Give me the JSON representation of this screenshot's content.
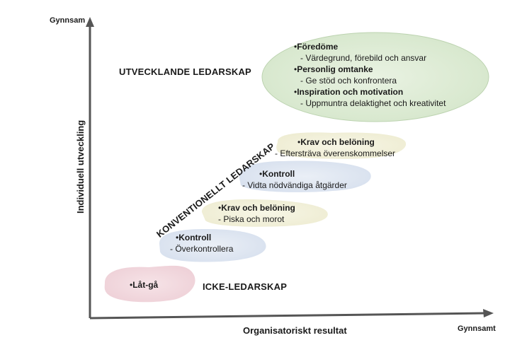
{
  "axes": {
    "y_top_label": "Gynnsam",
    "x_end_label": "Gynnsamt",
    "y_axis_title": "Individuell utveckling",
    "x_axis_title": "Organisatoriskt resultat"
  },
  "regions": {
    "utvecklande": "UTVECKLANDE LEDARSKAP",
    "konventionellt": "KONVENTIONELLT LEDARSKAP",
    "icke": "ICKE-LEDARSKAP"
  },
  "utvecklande_items": [
    {
      "title": "Föredöme",
      "desc": "- Värdegrund, förebild och ansvar"
    },
    {
      "title": "Personlig omtanke",
      "desc": "- Ge stöd och konfrontera"
    },
    {
      "title": "Inspiration och motivation",
      "desc": "- Uppmuntra delaktighet och kreativitet"
    }
  ],
  "steps": [
    {
      "title": "Krav och belöning",
      "desc": "- Eftersträva överenskommelser"
    },
    {
      "title": "Kontroll",
      "desc": "- Vidta nödvändiga åtgärder"
    },
    {
      "title": "Krav och belöning",
      "desc": "- Piska och morot"
    },
    {
      "title": "Kontroll",
      "desc": "- Överkontrollera"
    }
  ],
  "icke_items": [
    {
      "title": "Låt-gå"
    }
  ],
  "bullet": "•",
  "colors": {
    "ellipse_green": "#dcebd3",
    "step_yellow": "#f3f1d8",
    "step_blue": "#dfe6f1",
    "blob_pink": "#f2d9de",
    "axis": "#4d4d4d"
  }
}
